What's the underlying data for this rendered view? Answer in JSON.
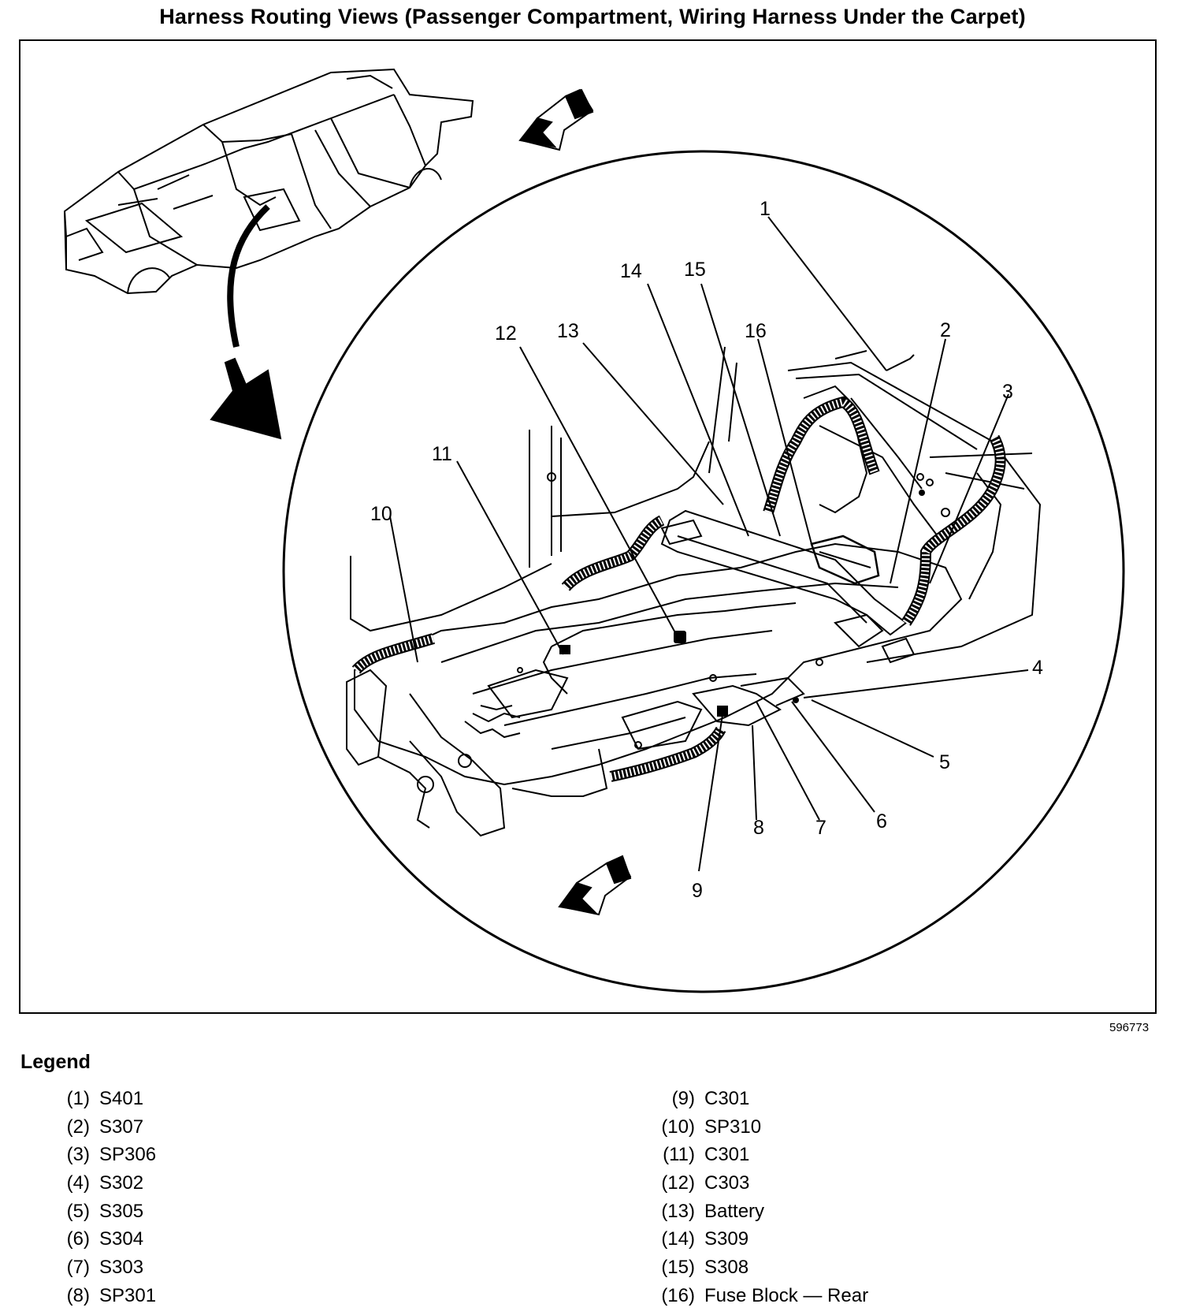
{
  "title": "Harness Routing Views (Passenger Compartment, Wiring Harness Under the Carpet)",
  "figure_number": "596773",
  "callouts": [
    "1",
    "2",
    "3",
    "4",
    "5",
    "6",
    "7",
    "8",
    "9",
    "10",
    "11",
    "12",
    "13",
    "14",
    "15",
    "16"
  ],
  "legend": {
    "heading": "Legend",
    "items": [
      {
        "num": "(1)",
        "label": "S401"
      },
      {
        "num": "(2)",
        "label": "S307"
      },
      {
        "num": "(3)",
        "label": "SP306"
      },
      {
        "num": "(4)",
        "label": "S302"
      },
      {
        "num": "(5)",
        "label": "S305"
      },
      {
        "num": "(6)",
        "label": "S304"
      },
      {
        "num": "(7)",
        "label": "S303"
      },
      {
        "num": "(8)",
        "label": "SP301"
      },
      {
        "num": "(9)",
        "label": "C301"
      },
      {
        "num": "(10)",
        "label": "SP310"
      },
      {
        "num": "(11)",
        "label": "C301"
      },
      {
        "num": "(12)",
        "label": "C303"
      },
      {
        "num": "(13)",
        "label": "Battery"
      },
      {
        "num": "(14)",
        "label": "S309"
      },
      {
        "num": "(15)",
        "label": "S308"
      },
      {
        "num": "(16)",
        "label": "Fuse Block — Rear"
      }
    ]
  }
}
